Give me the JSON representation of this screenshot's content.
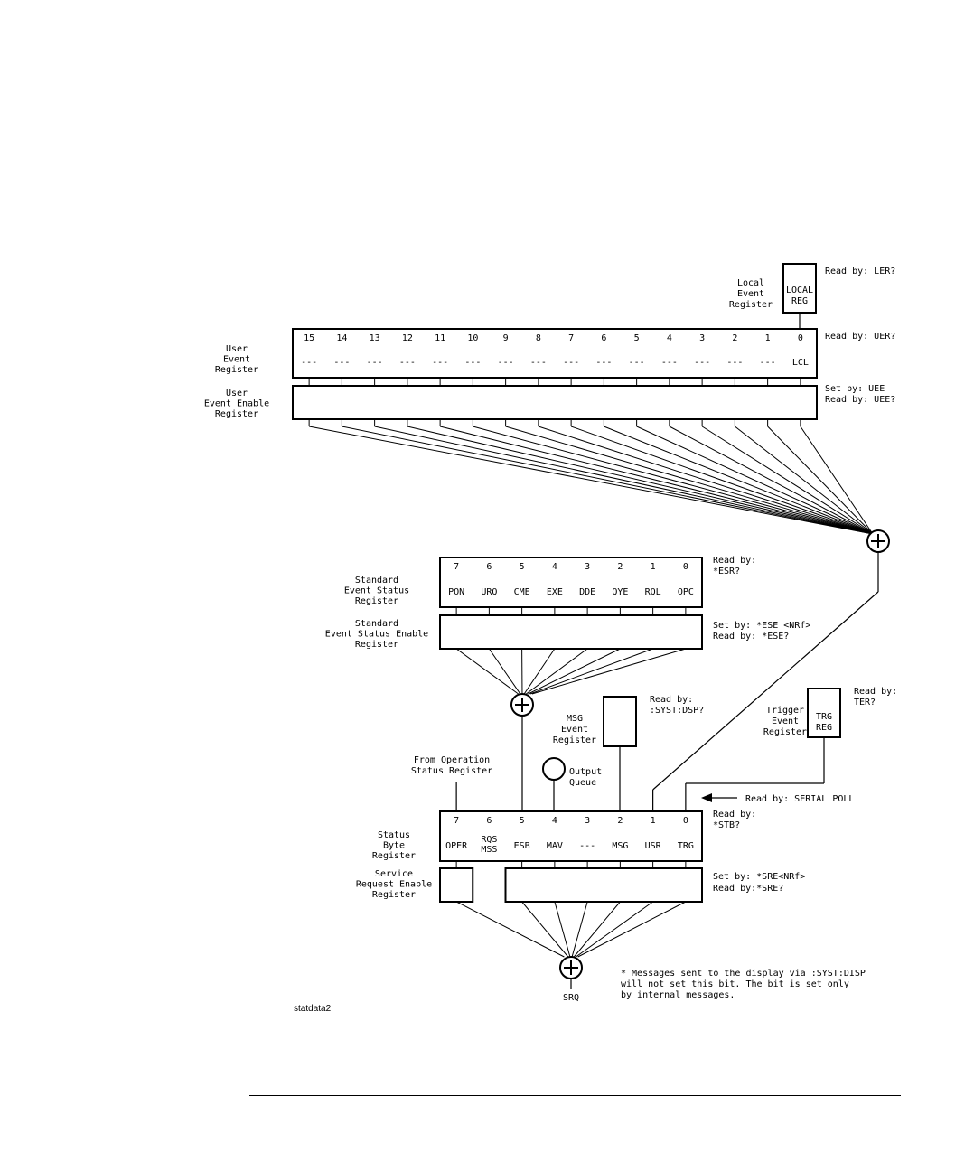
{
  "local_event": {
    "label_lines": [
      "Local",
      "Event",
      "Register"
    ],
    "reg_lines": [
      "LOCAL",
      "REG"
    ],
    "read_by": "Read by: LER?"
  },
  "user_event": {
    "label_lines": [
      "User",
      "Event",
      "Register"
    ],
    "bit_numbers": [
      "15",
      "14",
      "13",
      "12",
      "11",
      "10",
      "9",
      "8",
      "7",
      "6",
      "5",
      "4",
      "3",
      "2",
      "1",
      "0"
    ],
    "bit_names": [
      "---",
      "---",
      "---",
      "---",
      "---",
      "---",
      "---",
      "---",
      "---",
      "---",
      "---",
      "---",
      "---",
      "---",
      "---",
      "LCL"
    ],
    "read_by": "Read by: UER?"
  },
  "user_event_enable": {
    "label_lines": [
      "User",
      "Event Enable",
      "Register"
    ],
    "set_by": "Set by: UEE",
    "read_by": "Read by: UEE?"
  },
  "standard_event": {
    "label_lines": [
      "Standard",
      "Event Status",
      "Register"
    ],
    "bit_numbers": [
      "7",
      "6",
      "5",
      "4",
      "3",
      "2",
      "1",
      "0"
    ],
    "bit_names": [
      "PON",
      "URQ",
      "CME",
      "EXE",
      "DDE",
      "QYE",
      "RQL",
      "OPC"
    ],
    "read_by_lines": [
      "Read by:",
      "*ESR?"
    ]
  },
  "standard_event_enable": {
    "label_lines": [
      "Standard",
      "Event Status Enable",
      "Register"
    ],
    "set_by": "Set by: *ESE <NRf>",
    "read_by": "Read by: *ESE?"
  },
  "msg_event": {
    "label_lines": [
      "MSG",
      "Event",
      "Register"
    ],
    "read_by_lines": [
      "Read by:",
      ":SYST:DSP?"
    ]
  },
  "trigger_event": {
    "label_lines": [
      "Trigger",
      "Event",
      "Register"
    ],
    "reg_lines": [
      "TRG",
      "REG"
    ],
    "read_by_lines": [
      "Read by:",
      "TER?"
    ]
  },
  "operation_source_lines": [
    "From Operation",
    "Status Register"
  ],
  "output_queue_lines": [
    "Output",
    "Queue"
  ],
  "serial_poll": "Read by: SERIAL POLL",
  "status_byte": {
    "label_lines": [
      "Status",
      "Byte",
      "Register"
    ],
    "bit_numbers": [
      "7",
      "6",
      "5",
      "4",
      "3",
      "2",
      "1",
      "0"
    ],
    "bit_names": [
      "OPER",
      "RQS\nMSS",
      "ESB",
      "MAV",
      "---",
      "MSG",
      "USR",
      "TRG"
    ],
    "read_by_lines": [
      "Read by:",
      "*STB?"
    ]
  },
  "service_request_enable": {
    "label_lines": [
      "Service",
      "Request Enable",
      "Register"
    ],
    "set_by": "Set by: *SRE<NRf>",
    "read_by": "Read by:*SRE?"
  },
  "srq_label": "SRQ",
  "footnote_lines": [
    "*   Messages sent to the display via :SYST:DISP",
    "    will not set this bit. The bit is set only",
    "    by internal messages."
  ],
  "figure_id": "statdata2"
}
